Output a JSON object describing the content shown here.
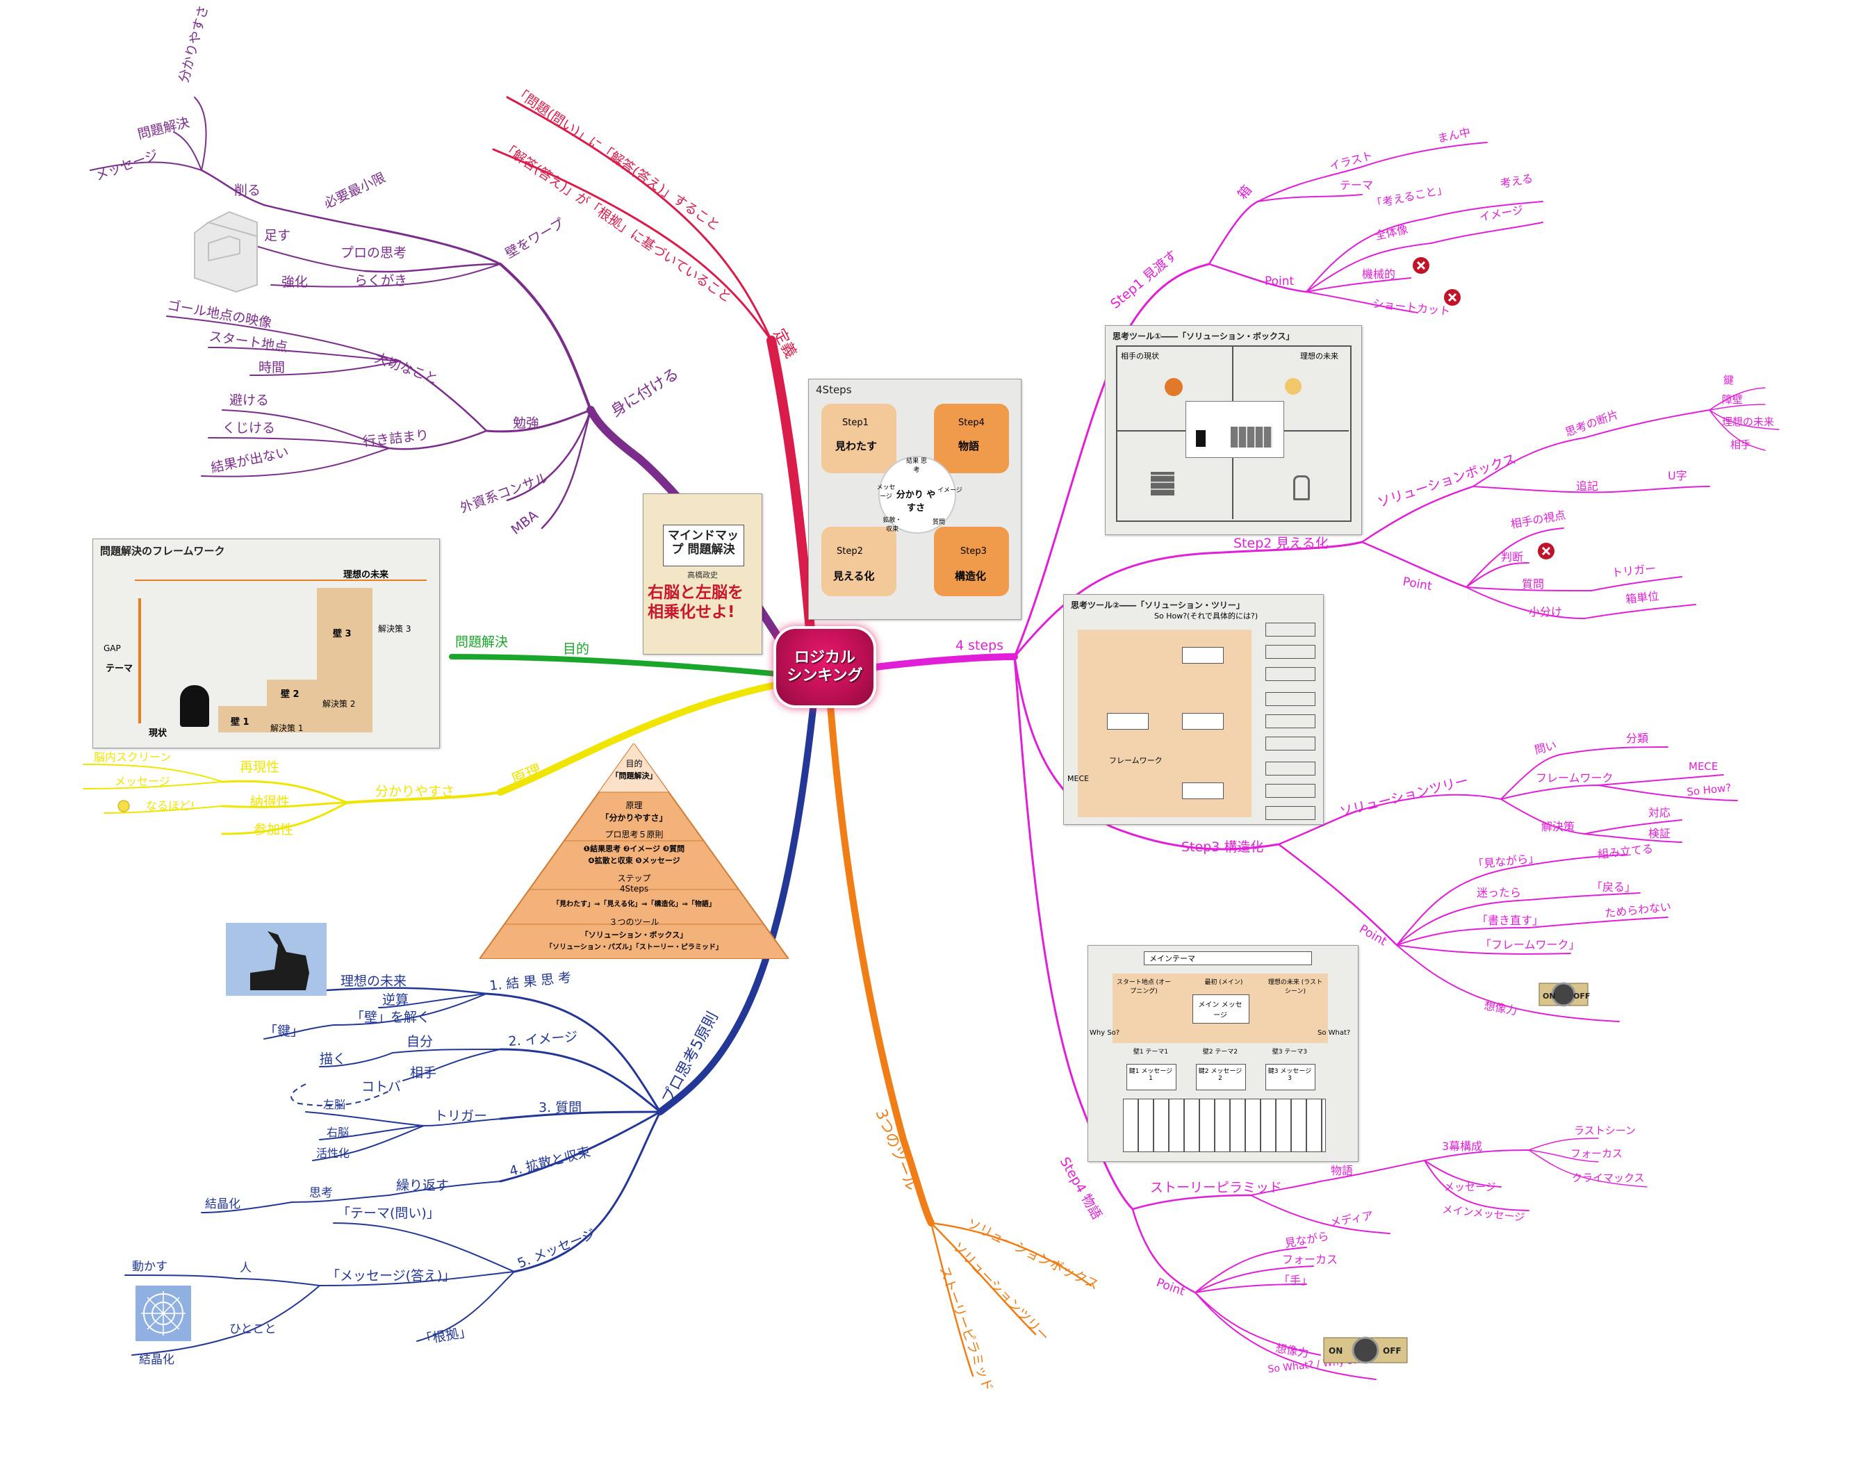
{
  "center": "ロジカル\nシンキング",
  "colors": {
    "red": "#d91c4a",
    "purple": "#7b2d8b",
    "green": "#1aa62a",
    "yellow": "#f0e500",
    "blue": "#233796",
    "orange": "#f07d15",
    "magenta": "#e21fd8"
  },
  "red": {
    "main": "定義",
    "a": "「問題(問い)」に「解答(答え)」すること",
    "b": "「解答(答え)」が「根拠」に基づいていること"
  },
  "purple": {
    "main": "身に付ける",
    "warp": "壁をワープ",
    "minimum": "必要最小限",
    "kezuru": "削る",
    "wakari": "分かりやすさ",
    "mondai": "問題解決",
    "message": "メッセージ",
    "pro": "プロの思考",
    "tasu": "足す",
    "rakugaki": "らくがき",
    "kyouka": "強化",
    "benkyou": "勉強",
    "taisetsu": "大切なこと",
    "goal": "ゴール地点の映像",
    "start": "スタート地点",
    "jikan": "時間",
    "ikizumari": "行き詰まり",
    "sakeru": "避ける",
    "kujikeru": "くじける",
    "kekka": "結果が出ない",
    "consul": "外資系コンサル",
    "mba": "MBA"
  },
  "green": {
    "main": "目的",
    "sub": "問題解決"
  },
  "yellow": {
    "main": "原理",
    "sub": "分かりやすさ",
    "s1": "再現性",
    "s2": "納得性",
    "s3": "参加性",
    "l1": "脳内スクリーン",
    "l2": "メッセージ",
    "l3": "なるほど!"
  },
  "blue": {
    "main": "プロ思考5原則",
    "p1": "1. 結 果 思 考",
    "p1a": "理想の未来",
    "p1b": "逆算",
    "p1c": "「壁」を解く",
    "p1d": "「鍵」",
    "p2": "2. イメージ",
    "p2a": "自分",
    "p2b": "相手",
    "p2c": "描く",
    "p2d": "コトバ",
    "p3": "3. 質問",
    "p3a": "トリガー",
    "p3b": "左脳",
    "p3c": "右脳",
    "p3d": "活性化",
    "p4": "4. 拡散と収束",
    "p4a": "繰り返す",
    "p4b": "思考",
    "p4c": "結晶化",
    "p5": "5. メッセージ",
    "p5a": "「テーマ(問い)」",
    "p5b": "「メッセージ(答え)」",
    "p5c": "人",
    "p5d": "動かす",
    "p5e": "ひとこと",
    "p5f": "結晶化",
    "p5g": "「根拠」"
  },
  "orange": {
    "main": "3つのツール",
    "t1": "ソリューションボックス",
    "t2": "ソリューションツリー",
    "t3": "ストーリーピラミッド"
  },
  "magenta": {
    "main": "4 steps",
    "s1": "Step1 見渡す",
    "s1box": "箱",
    "s1i": "イラスト",
    "s1m": "まん中",
    "s1t": "テーマ",
    "s1p": "Point",
    "s1p1": "「考えること」",
    "s1p1a": "考える",
    "s1p2": "全体像",
    "s1p2a": "イメージ",
    "s1p3": "機械的",
    "s1p4": "ショートカット",
    "s2": "Step2 見える化",
    "s2b": "ソリューションボックス",
    "s2d": "思考の断片",
    "s2k": "鍵",
    "s2w": "障壁",
    "s2r": "理想の未来",
    "s2a": "相手",
    "s2n": "追記",
    "s2u": "U字",
    "s2p": "Point",
    "s2p1": "相手の視点",
    "s2p2": "判断",
    "s2p3": "質問",
    "s2p3a": "トリガー",
    "s2p4": "小分け",
    "s2p4a": "箱単位",
    "s3": "Step3 構造化",
    "s3t": "ソリューションツリー",
    "s3q": "問い",
    "s3qa": "分類",
    "s3f": "フレームワーク",
    "s3fa": "MECE",
    "s3fb": "So How?",
    "s3s": "解決策",
    "s3sa": "対応",
    "s3sb": "検証",
    "s3p": "Point",
    "s3p1": "「見ながら」",
    "s3p1a": "組み立てる",
    "s3p2": "迷ったら",
    "s3p2a": "「戻る」",
    "s3p3": "「書き直す」",
    "s3p3a": "ためらわない",
    "s3p4": "「フレームワーク」",
    "s3p5": "想像力",
    "s4": "Step4 物語",
    "s4s": "ストーリーピラミッド",
    "s4m": "物語",
    "s4m1": "3幕構成",
    "s4m1a": "ラストシーン",
    "s4m1b": "フォーカス",
    "s4m1c": "クライマックス",
    "s4m2": "メッセージ",
    "s4m3": "メインメッセージ",
    "s4me": "メディア",
    "s4p": "Point",
    "s4p1": "見ながら",
    "s4p2": "フォーカス",
    "s4p3": "「手」",
    "s4p4": "想像力",
    "s4p5": "So What? / Why so?",
    "onoff_on": "ON",
    "onoff_off": "OFF"
  },
  "images": {
    "book_title": "マインドマップ 問題解決",
    "book_sub": "右脳と左脳を相乗化せよ!",
    "book_author": "高橋政史",
    "fw_title": "問題解決のフレームワーク",
    "fw_ideal": "理想の未来",
    "fw_now": "現状",
    "fw_gap": "GAP",
    "fw_theme": "テーマ",
    "fw_w1": "壁 1",
    "fw_w2": "壁 2",
    "fw_w3": "壁 3",
    "fw_k1": "解決策 1",
    "fw_k2": "解決策 2",
    "fw_k3": "解決策 3",
    "steps_title": "4Steps",
    "st1": "Step1",
    "st1b": "見わたす",
    "st2": "Step2",
    "st2b": "見える化",
    "st3": "Step3",
    "st3b": "構造化",
    "st4": "Step4",
    "st4b": "物語",
    "st_c": "分かり やすさ",
    "st_c1": "結果 思考",
    "st_c2": "イメージ",
    "st_c3": "質問",
    "st_c4": "拡散・ 収束",
    "st_c5": "メッセ ージ",
    "pyr1": "目的",
    "pyr1b": "「問題解決」",
    "pyr2": "原理",
    "pyr2b": "「分かりやすさ」",
    "pyr3": "プロ思考５原則",
    "pyr3b": "❶結果思考 ❷イメージ ❸質問",
    "pyr3c": "❹拡散と収束 ❺メッセージ",
    "pyr4": "ステップ",
    "pyr4b": "4Steps",
    "pyr4c": "「見わたす」⇒「見える化」⇒「構造化」⇒「物語」",
    "pyr5": "３つのツール",
    "pyr5b": "「ソリューション・ボックス」",
    "pyr5c": "「ソリューション・パズル」「ストーリー・ピラミッド」",
    "sb_title": "思考ツール①――「ソリューション・ボックス」",
    "sb_now": "相手の現状",
    "sb_ideal": "理想の未来",
    "st_title": "思考ツール②――「ソリューション・ツリー」",
    "st_q": "So How?(それで具体的には?)",
    "st_fw": "フレームワーク",
    "st_mece": "MECE",
    "sp_main": "メインテーマ",
    "sp_start": "スタート地点 (オープニング)",
    "sp_mid": "最初 (メイン)",
    "sp_end": "理想の未来 (ラストシーン)",
    "sp_msg": "メイン メッセージ",
    "sp_why": "Why So?",
    "sp_what": "So What?",
    "sp_k1": "鍵1 メッセージ1",
    "sp_k2": "鍵2 メッセージ2",
    "sp_k3": "鍵3 メッセージ3",
    "sp_t1": "壁1 テーマ1",
    "sp_t2": "壁2 テーマ2",
    "sp_t3": "壁3 テーマ3"
  }
}
